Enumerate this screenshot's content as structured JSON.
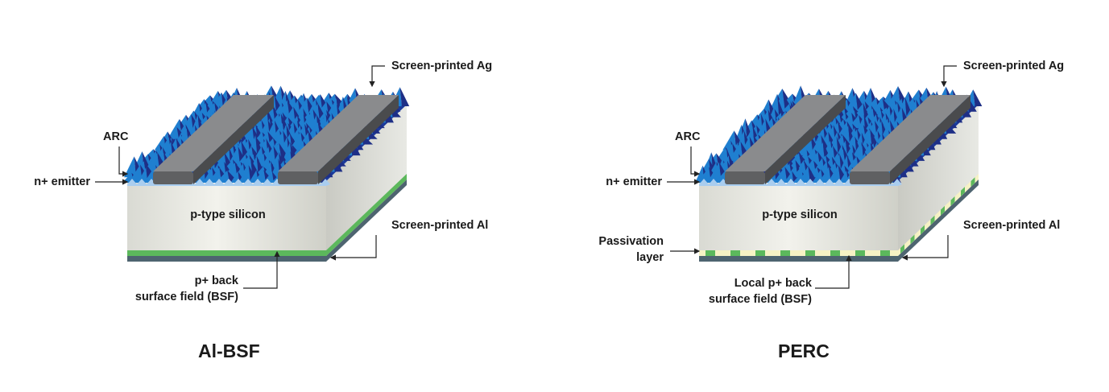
{
  "diagrams": [
    {
      "title": "Al-BSF",
      "labels": {
        "ag": "Screen-printed Ag",
        "arc": "ARC",
        "emitter": "n+ emitter",
        "silicon": "p-type silicon",
        "al": "Screen-printed Al",
        "bsf_line1": "p+ back",
        "bsf_line2": "surface field (BSF)"
      },
      "colors": {
        "bsf": "#5cb85c",
        "back": "#4e6470"
      }
    },
    {
      "title": "PERC",
      "labels": {
        "ag": "Screen-printed Ag",
        "arc": "ARC",
        "emitter": "n+ emitter",
        "silicon": "p-type silicon",
        "al": "Screen-printed Al",
        "passivation_line1": "Passivation",
        "passivation_line2": "layer",
        "bsf_line1": "Local p+ back",
        "bsf_line2": "surface field (BSF)"
      },
      "colors": {
        "passivation": "#f6f2c4",
        "bsf": "#5cb85c",
        "back": "#4e6470"
      }
    }
  ],
  "colors": {
    "texture_light": "#1f7fd0",
    "texture_dark": "#1e2f86",
    "finger": "#5f6062",
    "silicon": "#e6e7e1"
  }
}
